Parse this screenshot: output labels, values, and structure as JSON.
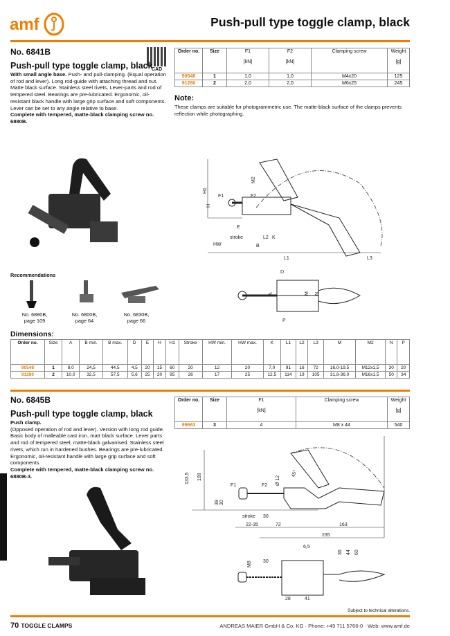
{
  "header": {
    "logo_text": "amf",
    "title": "Push-pull type toggle clamp, black"
  },
  "product1": {
    "number": "No. 6841B",
    "name": "Push-pull type toggle clamp, black",
    "cad_label": "CAD",
    "desc_lead": "With small angle base.",
    "desc_body": " Push- and pull-clamping. (Equal operation of rod and lever). Long rod-guide with attaching thread and nut. Matte black surface. Stainless steel rivets. Lever-parts and rod of tempered steel. Bearings are pre-lubricated. Ergonomic, oil-resistant black handle with large grip surface and soft components. Lever can be set to any angle relative to base.",
    "desc_tail": "Complete with tempered, matte-black clamping screw no. 6880B.",
    "table": {
      "headers": [
        {
          "l": "Order no.",
          "u": ""
        },
        {
          "l": "Size",
          "u": ""
        },
        {
          "l": "F1",
          "u": "[kN]"
        },
        {
          "l": "F2",
          "u": "[kN]"
        },
        {
          "l": "Clamping screw",
          "u": ""
        },
        {
          "l": "Weight",
          "u": "[g]"
        }
      ],
      "rows": [
        [
          "90548",
          "1",
          "1,0",
          "1,0",
          "M4x20",
          "125"
        ],
        [
          "91280",
          "2",
          "2,0",
          "2,0",
          "M6x25",
          "245"
        ]
      ]
    },
    "note_heading": "Note:",
    "note_text": "These clamps are suitable for photogrammetric use. The matte-black surface of the clamps prevents reflection while photographing.",
    "drawing_labels": [
      "H1",
      "M2",
      "F1",
      "F2",
      "H",
      "E",
      "stroke",
      "L2",
      "K",
      "HW",
      "B",
      "L1",
      "L3",
      "D",
      "A",
      "M",
      "N",
      "P"
    ]
  },
  "recommendations": {
    "heading": "Recommendations",
    "items": [
      {
        "line1": "No. 6880B,",
        "line2": "page 109"
      },
      {
        "line1": "No. 6800B,",
        "line2": "page 64"
      },
      {
        "line1": "No. 6830B,",
        "line2": "page 66"
      }
    ]
  },
  "dimensions": {
    "heading": "Dimensions:",
    "headers": [
      "Order no.",
      "Size",
      "A",
      "B min.",
      "B max.",
      "D",
      "E",
      "H",
      "H1",
      "Stroke",
      "HW min.",
      "HW max.",
      "K",
      "L1",
      "L2",
      "L3",
      "M",
      "M2",
      "N",
      "P"
    ],
    "rows": [
      [
        "90548",
        "1",
        "8,0",
        "24,5",
        "44,5",
        "4,5",
        "20",
        "15",
        "60",
        "20",
        "12",
        "20",
        "7,0",
        "91",
        "16",
        "72",
        "16,0-19,5",
        "M12x1,5",
        "30",
        "20"
      ],
      [
        "91280",
        "2",
        "10,0",
        "32,5",
        "57,5",
        "5,6",
        "25",
        "20",
        "95",
        "26",
        "17",
        "25",
        "12,5",
        "114",
        "19",
        "105",
        "31,8-36,0",
        "M16x1,5",
        "50",
        "34"
      ]
    ]
  },
  "product2": {
    "number": "No. 6845B",
    "name": "Push-pull type toggle clamp, black",
    "desc_lead": "Push clamp.",
    "desc_body": "(Opposed operation of rod and lever). Version with long rod guide. Basic body of malleable cast iron, matt black surface. Lever parts and rod of tempered steel, matte-black galvanised. Stainless steel rivets, which run in hardened bushes. Bearings are pre-lubricated. Ergonomic, oil-resistant handle with large grip surface and soft components.",
    "desc_tail": "Complete with tempered, matte-black clamping screw no. 6880B-3.",
    "table": {
      "headers": [
        {
          "l": "Order no.",
          "u": ""
        },
        {
          "l": "Size",
          "u": ""
        },
        {
          "l": "F1",
          "u": "[kN]"
        },
        {
          "l": "Clamping screw",
          "u": ""
        },
        {
          "l": "Weight",
          "u": "[g]"
        }
      ],
      "rows": [
        [
          "99663",
          "3",
          "4",
          "M8 x 44",
          "540"
        ]
      ]
    },
    "drawing_labels": {
      "h1": "133,5",
      "h2": "109",
      "h3": "39",
      "h4": "30",
      "f1": "F1",
      "f2": "F2",
      "dia": "Ø 12",
      "ang": "45°",
      "stroke": "stroke",
      "s30": "30",
      "d1": "22-35",
      "d2": "72",
      "d3": "163",
      "d4": "235",
      "p1": "6,5",
      "p2": "36",
      "p3": "44",
      "p4": "60",
      "m8": "M8",
      "p5": "30",
      "p6": "28",
      "p7": "41"
    }
  },
  "footer": {
    "subject": "Subject to technical alterations.",
    "page": "70",
    "section": "TOGGLE CLAMPS",
    "company": "ANDREAS MAIER GmbH & Co. KG  ·  Phone: +49 711 5766-0  ·  Web: www.amf.de"
  },
  "colors": {
    "accent": "#f07d00"
  }
}
